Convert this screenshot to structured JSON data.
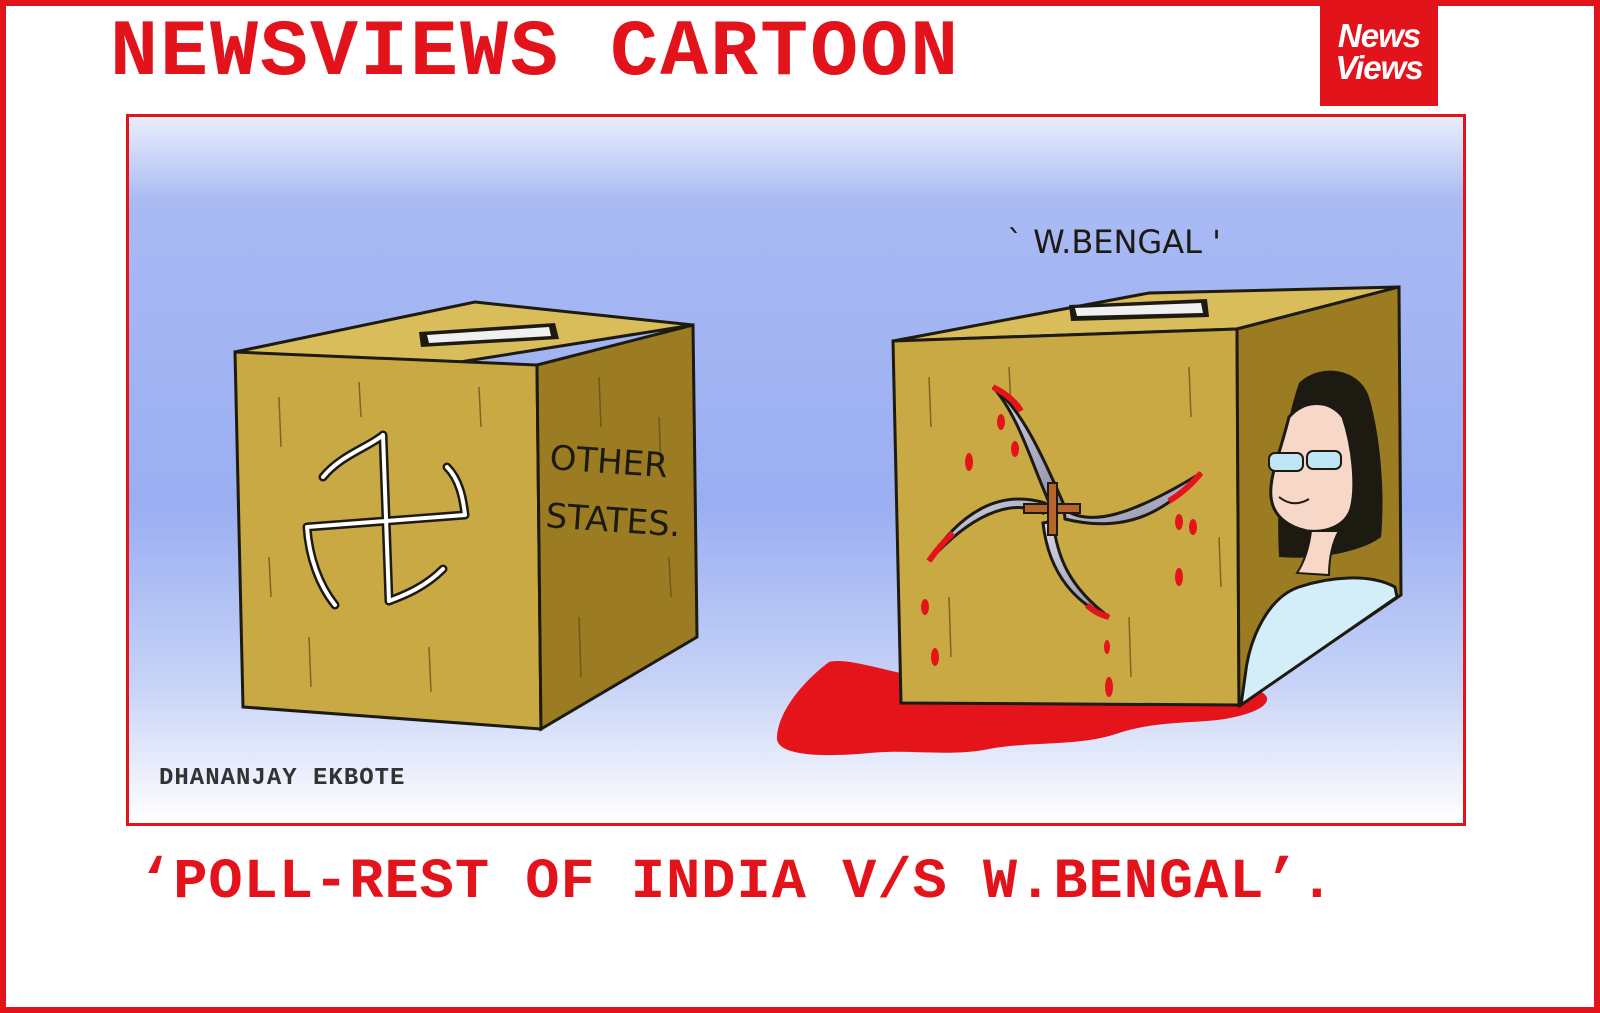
{
  "header": {
    "title": "NEWSVIEWS CARTOON",
    "logo_line1": "News",
    "logo_line2": "Views"
  },
  "cartoon": {
    "left_box_label_line1": "OTHER",
    "left_box_label_line2": "STATES.",
    "right_box_label": "` W.BENGAL '",
    "left_box_icon": "swastika-icon",
    "right_box_icon": "bloody-sickle-swastika-icon"
  },
  "credit": "DHANANJAY EKBOTE",
  "caption": "‘POLL-REST OF INDIA V/S W.BENGAL’.",
  "colors": {
    "brand_red": "#e3131b",
    "sky_blue": "#9aaef2",
    "box_front": "#c9a944",
    "box_side": "#9c7c22",
    "box_top": "#d8bd5a",
    "blood": "#e5141b"
  }
}
